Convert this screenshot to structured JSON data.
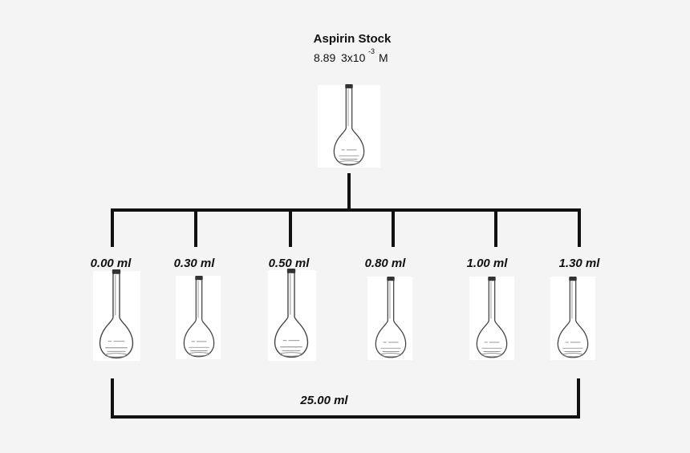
{
  "stock": {
    "title": "Aspirin Stock",
    "concentration_value": "8.89",
    "concentration_base": "3x10",
    "concentration_exponent": "-3",
    "concentration_unit": "M"
  },
  "flasks": [
    {
      "volume": "0.00 ml"
    },
    {
      "volume": "0.30 ml"
    },
    {
      "volume": "0.50 ml"
    },
    {
      "volume": "0.80 ml"
    },
    {
      "volume": "1.00 ml"
    },
    {
      "volume": "1.30 ml"
    }
  ],
  "total_volume": "25.00 ml",
  "colors": {
    "background": "#f4f4f4",
    "line": "#111111",
    "card": "#ffffff"
  },
  "icons": {
    "stock_flask": "volumetric-flask-icon",
    "dilution_flask": "volumetric-flask-icon"
  }
}
